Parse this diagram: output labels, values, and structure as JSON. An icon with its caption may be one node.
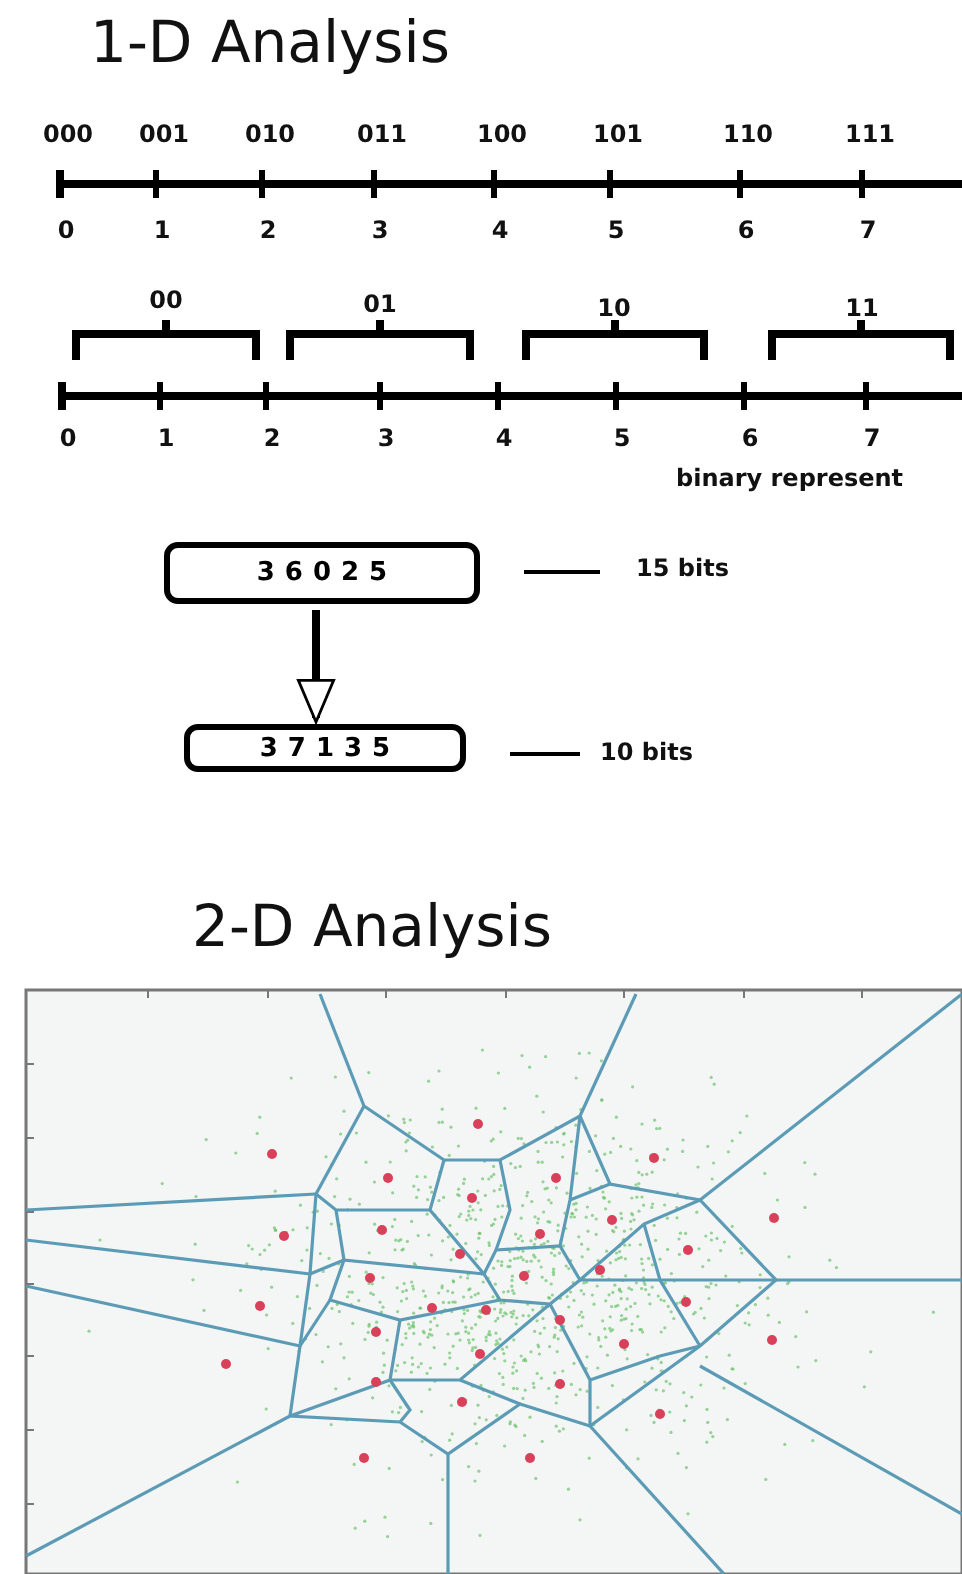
{
  "diagram": {
    "title": "1-D Analysis",
    "nodes": [
      {
        "text": [
          "36025"
        ]
      },
      {
        "text": [
          "37135"
        ]
      }
    ],
    "edges": [
      {
        "from": 0,
        "to": 1,
        "arrow": "to"
      }
    ],
    "labels": [
      "000",
      "001",
      "010",
      "011",
      "100",
      "101",
      "110",
      "111",
      "0",
      "1",
      "2",
      "3",
      "4",
      "5",
      "6",
      "7",
      "00",
      "01",
      "10",
      "11",
      "0",
      "1",
      "2",
      "3",
      "4",
      "5",
      "6",
      "7",
      "binary represent",
      "15 bits",
      "10 bits",
      "2-D Analysis"
    ]
  }
}
